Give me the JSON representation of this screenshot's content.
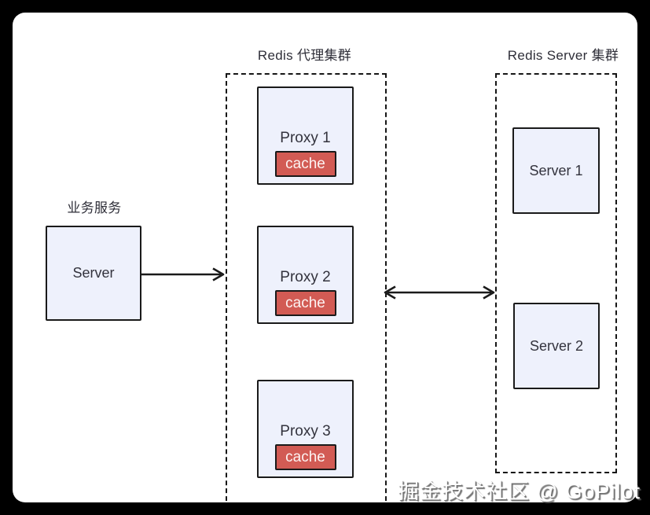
{
  "colors": {
    "frame_background": "#000000",
    "canvas_background": "#ffffff",
    "box_fill": "#eef1fc",
    "box_border": "#1a1a1a",
    "cache_fill": "#d25b54",
    "cache_text": "#fdf3f2",
    "label_text": "#2e2e38"
  },
  "business": {
    "label": "业务服务",
    "server_label": "Server"
  },
  "proxy_cluster": {
    "title": "Redis 代理集群",
    "nodes": [
      {
        "label": "Proxy 1",
        "badge": "cache"
      },
      {
        "label": "Proxy 2",
        "badge": "cache"
      },
      {
        "label": "Proxy 3",
        "badge": "cache"
      }
    ]
  },
  "server_cluster": {
    "title": "Redis Server 集群",
    "nodes": [
      {
        "label": "Server 1"
      },
      {
        "label": "Server 2"
      }
    ]
  },
  "arrows": {
    "business_to_proxy": "right-arrow",
    "proxy_to_server": "double-arrow"
  },
  "watermark": {
    "text": "掘金技术社区 @ GoPilot"
  }
}
